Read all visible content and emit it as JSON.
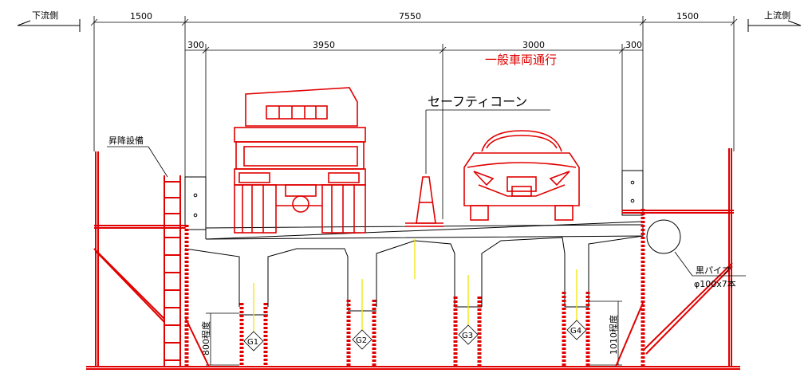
{
  "labels": {
    "downstream": "下流側",
    "upstream": "上流側",
    "traffic": "一般車両通行",
    "cone": "セーフティコーン",
    "lift": "昇降設備",
    "pipe_name": "黒パイプ",
    "pipe_spec": "φ100x7本",
    "depth_left": "800程度",
    "depth_right": "1010程度"
  },
  "dimensions": {
    "top": [
      "1500",
      "7550",
      "1500"
    ],
    "second": [
      "300",
      "3950",
      "3000",
      "300"
    ]
  },
  "girders": [
    "G1",
    "G2",
    "G3",
    "G4"
  ],
  "colors": {
    "line": "#000000",
    "scaffold": "#e00000",
    "centerline": "#f2e600"
  }
}
